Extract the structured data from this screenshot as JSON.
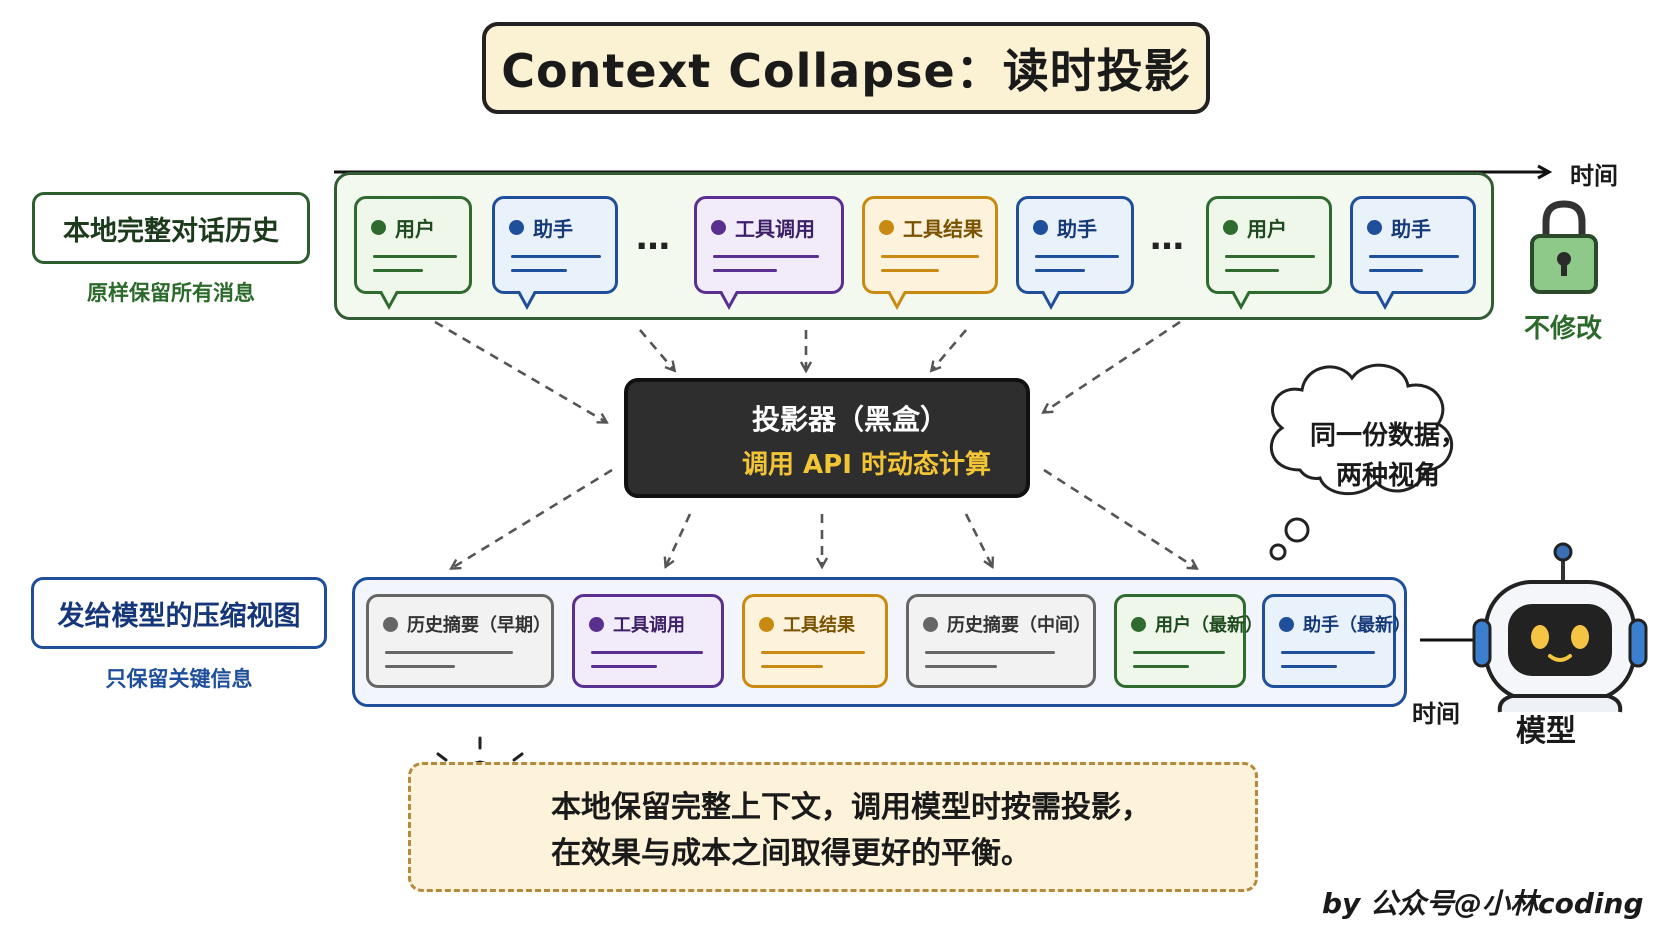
{
  "title": "Context Collapse：读时投影",
  "local_history": {
    "label": "本地完整对话历史",
    "sublabel": "原样保留所有消息",
    "messages": [
      {
        "role": "用户"
      },
      {
        "role": "助手"
      },
      {
        "role": "工具调用"
      },
      {
        "role": "工具结果"
      },
      {
        "role": "助手"
      },
      {
        "role": "用户"
      },
      {
        "role": "助手"
      }
    ],
    "ellipsis": "…"
  },
  "time_label_top": "时间",
  "lock_label": "不修改",
  "projector": {
    "title": "投影器（黑盒）",
    "subtitle": "调用 API 时动态计算"
  },
  "thought_bubble": {
    "line1": "同一份数据，",
    "line2": "两种视角"
  },
  "compressed_view": {
    "label": "发给模型的压缩视图",
    "sublabel": "只保留关键信息",
    "messages": [
      {
        "role": "历史摘要（早期）"
      },
      {
        "role": "工具调用"
      },
      {
        "role": "工具结果"
      },
      {
        "role": "历史摘要（中间）"
      },
      {
        "role": "用户（最新）"
      },
      {
        "role": "助手（最新）"
      }
    ]
  },
  "time_label_bottom": "时间",
  "model_label": "模型",
  "note": {
    "line1": "本地保留完整上下文，调用模型时按需投影，",
    "line2": "在效果与成本之间取得更好的平衡。"
  },
  "footer": "by 公众号@小林coding",
  "colors": {
    "user": "#2f6b2f",
    "assistant": "#1f4f9a",
    "tool_call": "#5a2f8f",
    "tool_result": "#c98a12",
    "summary": "#666666",
    "projector_bg": "#2e2e2e",
    "projector_accent": "#f2c537"
  }
}
